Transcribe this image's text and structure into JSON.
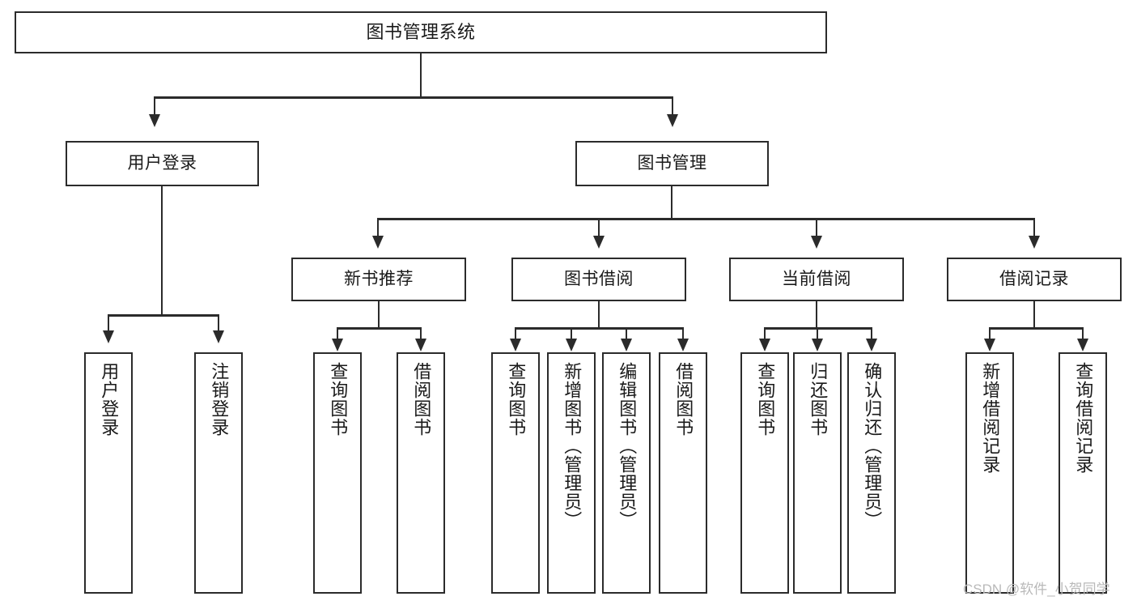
{
  "diagram": {
    "title": "图书管理系统",
    "type": "hierarchy-tree",
    "root": {
      "label": "图书管理系统"
    },
    "level1": [
      {
        "label": "用户登录"
      },
      {
        "label": "图书管理"
      }
    ],
    "level2": [
      {
        "label": "新书推荐"
      },
      {
        "label": "图书借阅"
      },
      {
        "label": "当前借阅"
      },
      {
        "label": "借阅记录"
      }
    ],
    "leaves": {
      "user_login": [
        {
          "label": "用户登录"
        },
        {
          "label": "注销登录"
        }
      ],
      "new_book_recommend": [
        {
          "label": "查询图书"
        },
        {
          "label": "借阅图书"
        }
      ],
      "book_borrow": [
        {
          "label": "查询图书"
        },
        {
          "label": "新增图书（管理员）"
        },
        {
          "label": "编辑图书（管理员）"
        },
        {
          "label": "借阅图书"
        }
      ],
      "current_borrow": [
        {
          "label": "查询图书"
        },
        {
          "label": "归还图书"
        },
        {
          "label": "确认归还（管理员）"
        }
      ],
      "borrow_record": [
        {
          "label": "新增借阅记录"
        },
        {
          "label": "查询借阅记录"
        }
      ]
    }
  },
  "watermark": {
    "text": "CSDN @软件_小贺同学"
  },
  "colors": {
    "stroke": "#2b2b2b",
    "background": "#ffffff",
    "text": "#1a1a1a",
    "watermark": "#b9b9b9"
  }
}
